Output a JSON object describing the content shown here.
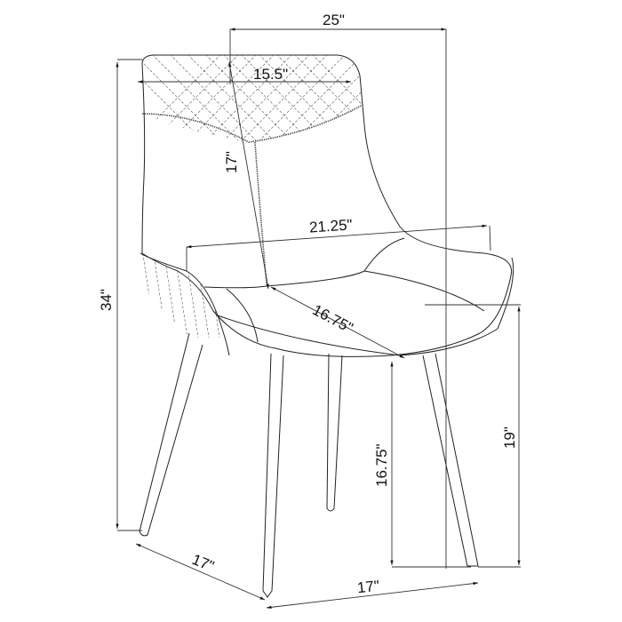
{
  "drawing": {
    "subject": "Chair dimension drawing",
    "dimensions": {
      "overall_width": "25\"",
      "back_width": "15.5\"",
      "back_height": "17\"",
      "seat_width": "21.25\"",
      "seat_depth": "16.75\"",
      "overall_height": "34\"",
      "seat_height_front": "16.75\"",
      "seat_height": "19\"",
      "leg_span_side": "17\"",
      "leg_span_front": "17\""
    }
  }
}
